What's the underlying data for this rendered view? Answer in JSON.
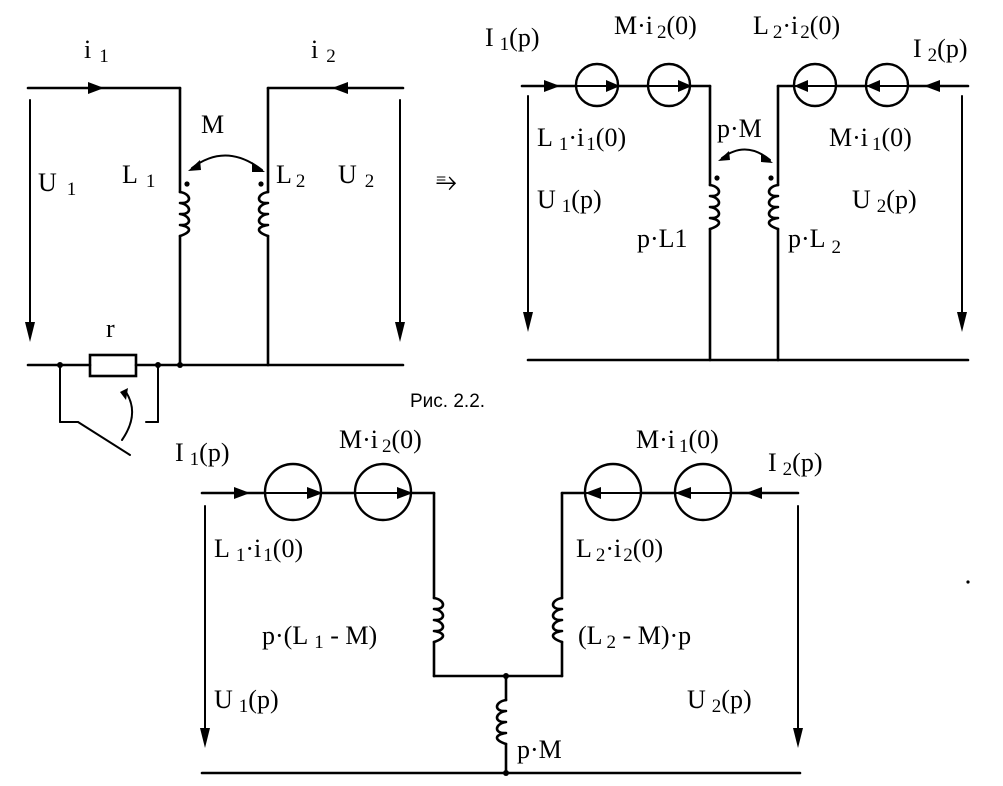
{
  "caption": "Рис. 2.2.",
  "circuit_1": {
    "current_left": "i",
    "current_left_sub": "1",
    "current_right": "i",
    "current_right_sub": "2",
    "mutual": "M",
    "voltage_left": "U",
    "voltage_left_sub": "1",
    "voltage_right": "U",
    "voltage_right_sub": "2",
    "inductor_left": "L",
    "inductor_left_sub": "1",
    "inductor_right": "L",
    "inductor_right_sub": "2",
    "resistor": "r"
  },
  "equivalence_symbol": "⥱",
  "circuit_2": {
    "current_left": "I",
    "current_left_sub": "1",
    "current_left_tail": "(p)",
    "source_top_left": "M·i",
    "source_top_left_sub": "2",
    "source_top_left_tail": "(0)",
    "source_top_right": "L",
    "source_top_right_sub": "2",
    "source_top_right_mid": "·i",
    "source_top_right_sub2": "2",
    "source_top_right_tail": "(0)",
    "current_right": "I",
    "current_right_sub": "2",
    "current_right_tail": "(p)",
    "source_below_left": "L",
    "source_below_left_sub": "1",
    "source_below_left_mid": "·i",
    "source_below_left_sub2": "1",
    "source_below_left_tail": "(0)",
    "mutual": "p·M",
    "source_below_right": "M·i",
    "source_below_right_sub": "1",
    "source_below_right_tail": "(0)",
    "voltage_left": "U",
    "voltage_left_sub": "1",
    "voltage_left_tail": "(p)",
    "voltage_right": "U",
    "voltage_right_sub": "2",
    "voltage_right_tail": "(p)",
    "inductor_left": "p·L1",
    "inductor_right": "p·L",
    "inductor_right_sub": "2"
  },
  "circuit_3": {
    "current_left": "I",
    "current_left_sub": "1",
    "current_left_tail": "(p)",
    "source_top_left": "M·i",
    "source_top_left_sub": "2",
    "source_top_left_tail": "(0)",
    "source_top_right": "M·i",
    "source_top_right_sub": "1",
    "source_top_right_tail": "(0)",
    "current_right": "I",
    "current_right_sub": "2",
    "current_right_tail": "(p)",
    "source_below_left": "L",
    "source_below_left_sub": "1",
    "source_below_left_mid": "·i",
    "source_below_left_sub2": "1",
    "source_below_left_tail": "(0)",
    "source_below_right": "L",
    "source_below_right_sub": "2",
    "source_below_right_mid": "·i",
    "source_below_right_sub2": "2",
    "source_below_right_tail": "(0)",
    "inductor_left_pre": "p·(L",
    "inductor_left_sub": "1",
    "inductor_left_post": " - M)",
    "inductor_right_pre": "(L",
    "inductor_right_sub": "2",
    "inductor_right_post": " - M)·p",
    "voltage_left": "U",
    "voltage_left_sub": "1",
    "voltage_left_tail": "(p)",
    "voltage_right": "U",
    "voltage_right_sub": "2",
    "voltage_right_tail": "(p)",
    "inductor_mid": "p·M"
  }
}
